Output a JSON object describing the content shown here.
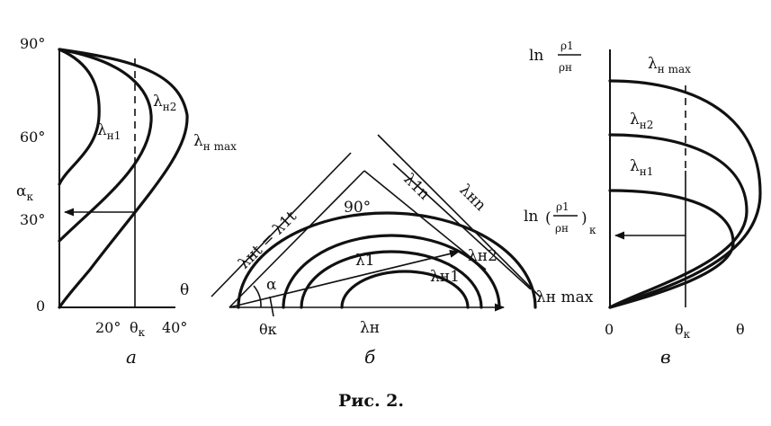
{
  "figure": {
    "caption": "Рис. 2.",
    "colors": {
      "ink": "#111111",
      "paper": "#ffffff"
    }
  },
  "panel_a": {
    "caption": "а",
    "y_ticks": [
      "90°",
      "60°",
      "30°",
      "0"
    ],
    "x_ticks": [
      "20°",
      "θк",
      "40°"
    ],
    "x_axis_label": "θ",
    "alpha_label": "α",
    "alpha_sub": "к",
    "curve_labels": [
      {
        "main": "λ",
        "sub": "н1"
      },
      {
        "main": "λ",
        "sub": "н2"
      },
      {
        "main": "λ",
        "sub": "н max"
      }
    ]
  },
  "panel_b": {
    "caption": "б",
    "labels": {
      "lambda_nt": "λнt = λ1t",
      "lambda_1n": "λ1n",
      "lambda_nn": "λнn",
      "angle_90": "90°",
      "alpha": "α",
      "theta_k": "θк",
      "lambda_n": "λн",
      "lambda_1": "λ1",
      "lambda_n1": "λн1",
      "lambda_n2": "λн2",
      "lambda_nmax": "λн max"
    }
  },
  "panel_v": {
    "caption": "в",
    "top_label": {
      "prefix": "ln",
      "numerator": "ρ1",
      "denominator": "ρн"
    },
    "mid_label": {
      "prefix": "ln",
      "numerator": "ρ1",
      "denominator": "ρн",
      "sub": "к"
    },
    "curve_labels": [
      {
        "main": "λ",
        "sub": "н max"
      },
      {
        "main": "λ",
        "sub": "н2"
      },
      {
        "main": "λ",
        "sub": "н1"
      }
    ],
    "x_ticks": [
      "0",
      "θк",
      "θ"
    ]
  }
}
